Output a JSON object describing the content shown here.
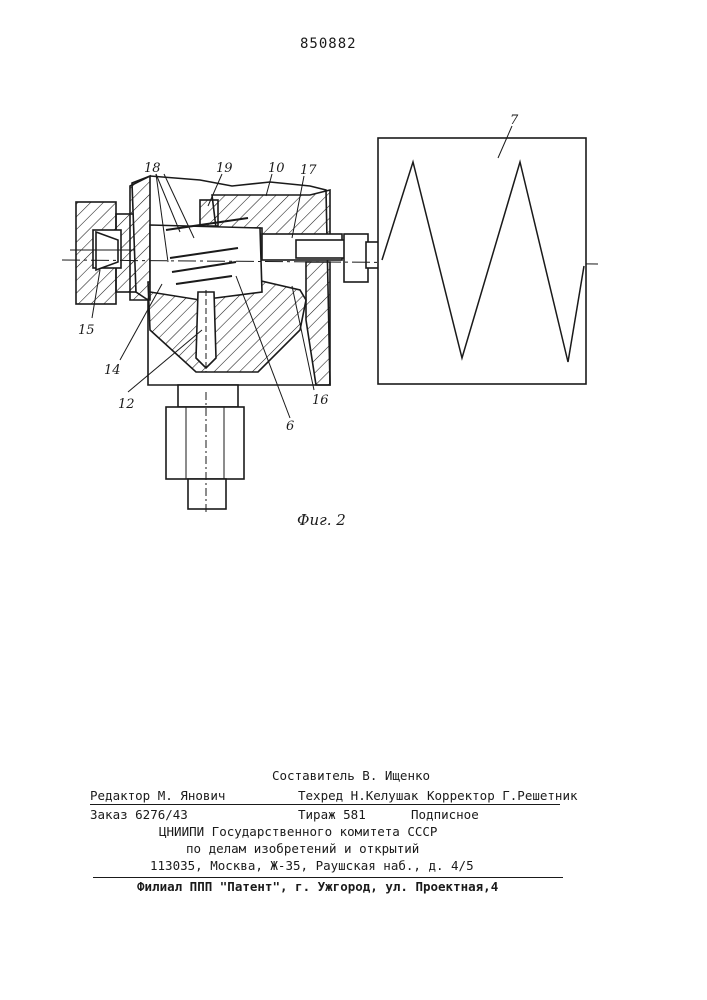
{
  "header": {
    "patent_number": "850882"
  },
  "figure": {
    "caption": "Фиг. 2",
    "callouts": [
      "7",
      "10",
      "17",
      "18",
      "19",
      "15",
      "14",
      "12",
      "6",
      "16"
    ]
  },
  "imprint": {
    "compiler": "Составитель В. Ищенко",
    "editor": "Редактор М. Янович",
    "tech_editor": "Техред Н.Келушак",
    "corrector": "Корректор Г.Решетник",
    "order": "Заказ 6276/43",
    "circulation": "Тираж 581",
    "subscription": "Подписное",
    "org_line1": "ЦНИИПИ Государственного комитета СССР",
    "org_line2": "по делам изобретений и открытий",
    "address": "113035, Москва, Ж-35, Раушская наб., д. 4/5",
    "branch": "Филиал ППП \"Патент\", г. Ужгород, ул. Проектная,4"
  }
}
